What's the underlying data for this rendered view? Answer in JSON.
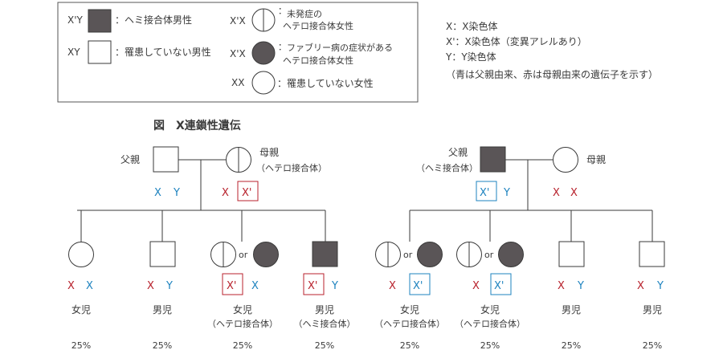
{
  "legend": {
    "items": [
      {
        "genotype": "X'Y",
        "desc": [
          "：ヘミ接合体男性"
        ],
        "symbol": "male-filled"
      },
      {
        "genotype": "XY",
        "desc": [
          "：罹患していない男性"
        ],
        "symbol": "male-empty"
      },
      {
        "genotype": "X'X",
        "desc": [
          "未発症の",
          "ヘテロ接合体女性"
        ],
        "symbol": "female-half"
      },
      {
        "genotype": "X'X",
        "desc": [
          "ファブリー病の症状がある",
          "ヘテロ接合体女性"
        ],
        "symbol": "female-filled"
      },
      {
        "genotype": "XX",
        "desc": [
          "：罹患していない女性"
        ],
        "symbol": "female-empty"
      }
    ],
    "notes": [
      "X：X染色体",
      "X'：X染色体（変異アレルあり）",
      "Y：Y染色体",
      "（青は父親由来、赤は母親由来の遺伝子を示す）"
    ]
  },
  "figure_title": "図　X連鎖性遺伝",
  "pedigree_left": {
    "father_label": "父親",
    "mother_label": "母親",
    "mother_sub": "（ヘテロ接合体）",
    "father_genes": [
      "X",
      "Y"
    ],
    "mother_genes": [
      "X",
      "X'"
    ],
    "children": [
      {
        "genes": [
          "X",
          "X"
        ],
        "label": "女児",
        "sub": "",
        "pct": "25%"
      },
      {
        "genes": [
          "X",
          "Y"
        ],
        "label": "男児",
        "sub": "",
        "pct": "25%"
      },
      {
        "genes": [
          "X'",
          "X"
        ],
        "label": "女児",
        "sub": "（ヘテロ接合体）",
        "pct": "25%",
        "or": "or"
      },
      {
        "genes": [
          "X'",
          "Y"
        ],
        "label": "男児",
        "sub": "（ヘミ接合体）",
        "pct": "25%"
      }
    ]
  },
  "pedigree_right": {
    "father_label": "父親",
    "father_sub": "（ヘミ接合体）",
    "mother_label": "母親",
    "father_genes": [
      "X'",
      "Y"
    ],
    "mother_genes": [
      "X",
      "X"
    ],
    "children": [
      {
        "genes": [
          "X",
          "X'"
        ],
        "label": "女児",
        "sub": "（ヘテロ接合体）",
        "pct": "25%",
        "or": "or"
      },
      {
        "genes": [
          "X",
          "X'"
        ],
        "label": "女児",
        "sub": "（ヘテロ接合体）",
        "pct": "25%",
        "or": "or"
      },
      {
        "genes": [
          "X",
          "Y"
        ],
        "label": "男児",
        "sub": "",
        "pct": "25%"
      },
      {
        "genes": [
          "X",
          "Y"
        ],
        "label": "男児",
        "sub": "",
        "pct": "25%"
      }
    ]
  },
  "colors": {
    "blue": "#1e83bf",
    "red": "#b8222d",
    "filled": "#5a5557",
    "line": "#3a3a3a"
  }
}
